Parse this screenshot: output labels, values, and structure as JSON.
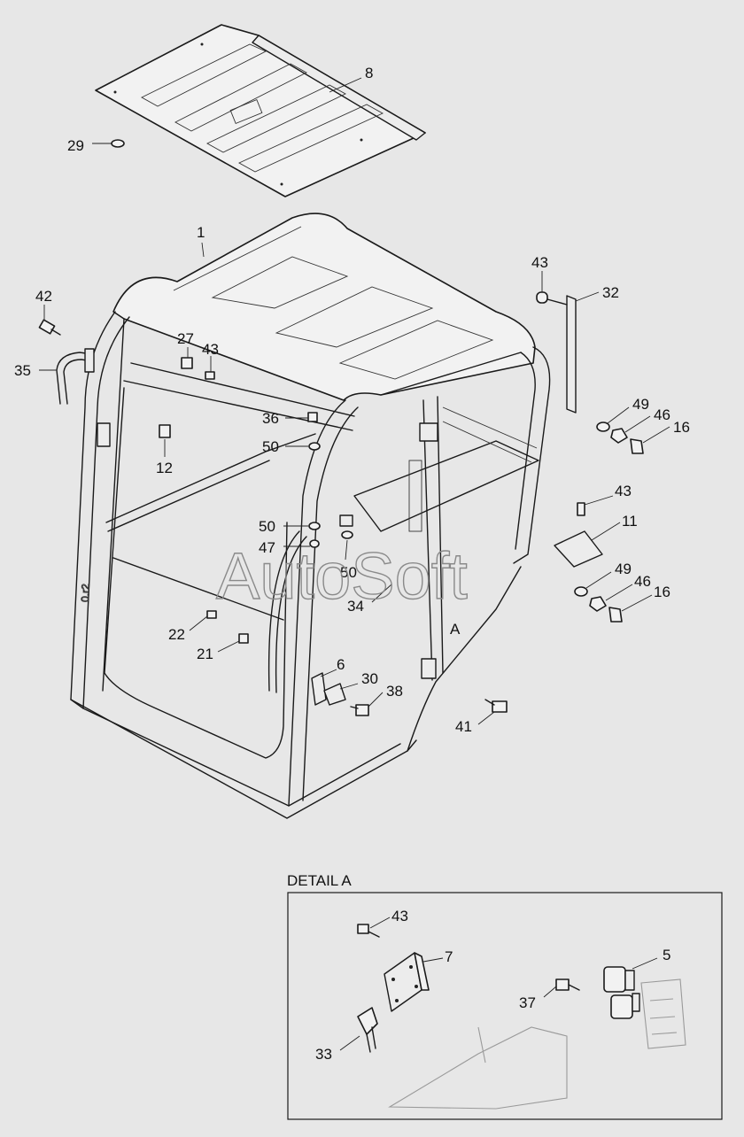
{
  "watermark": "AutoSoft",
  "detail_label": "DETAIL A",
  "view_marker": "A",
  "callouts": {
    "c1": "1",
    "c8": "8",
    "c29": "29",
    "c42": "42",
    "c35": "35",
    "c27": "27",
    "c43a": "43",
    "c36": "36",
    "c50a": "50",
    "c12": "12",
    "c43b": "43",
    "c32": "32",
    "c49a": "49",
    "c46a": "46",
    "c16a": "16",
    "c43c": "43",
    "c11": "11",
    "c50b": "50",
    "c47": "47",
    "c50c": "50",
    "c34": "34",
    "c49b": "49",
    "c46b": "46",
    "c16b": "16",
    "c22": "22",
    "c21": "21",
    "c6": "6",
    "c30": "30",
    "c38": "38",
    "c41": "41",
    "c43d": "43",
    "c7": "7",
    "c5": "5",
    "c37": "37",
    "c33": "33"
  },
  "colors": {
    "background": "#e7e7e7",
    "ink": "#1a1a1a"
  }
}
